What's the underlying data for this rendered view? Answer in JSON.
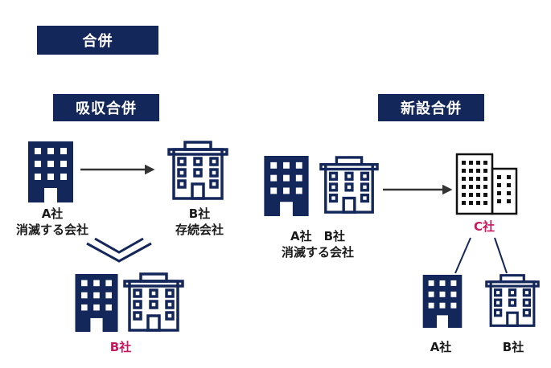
{
  "title": "合併",
  "absorption": {
    "heading": "吸収合併",
    "a_name": "A社",
    "a_desc": "消滅する会社",
    "b_name": "B社",
    "b_desc": "存続会社",
    "result": "B社"
  },
  "new_est": {
    "heading": "新設合併",
    "ab_names": "A社　B社",
    "ab_desc": "消滅する会社",
    "c_name": "C社",
    "a_name": "A社",
    "b_name": "B社"
  },
  "colors": {
    "navy": "#14275a",
    "accent": "#c8195e"
  }
}
